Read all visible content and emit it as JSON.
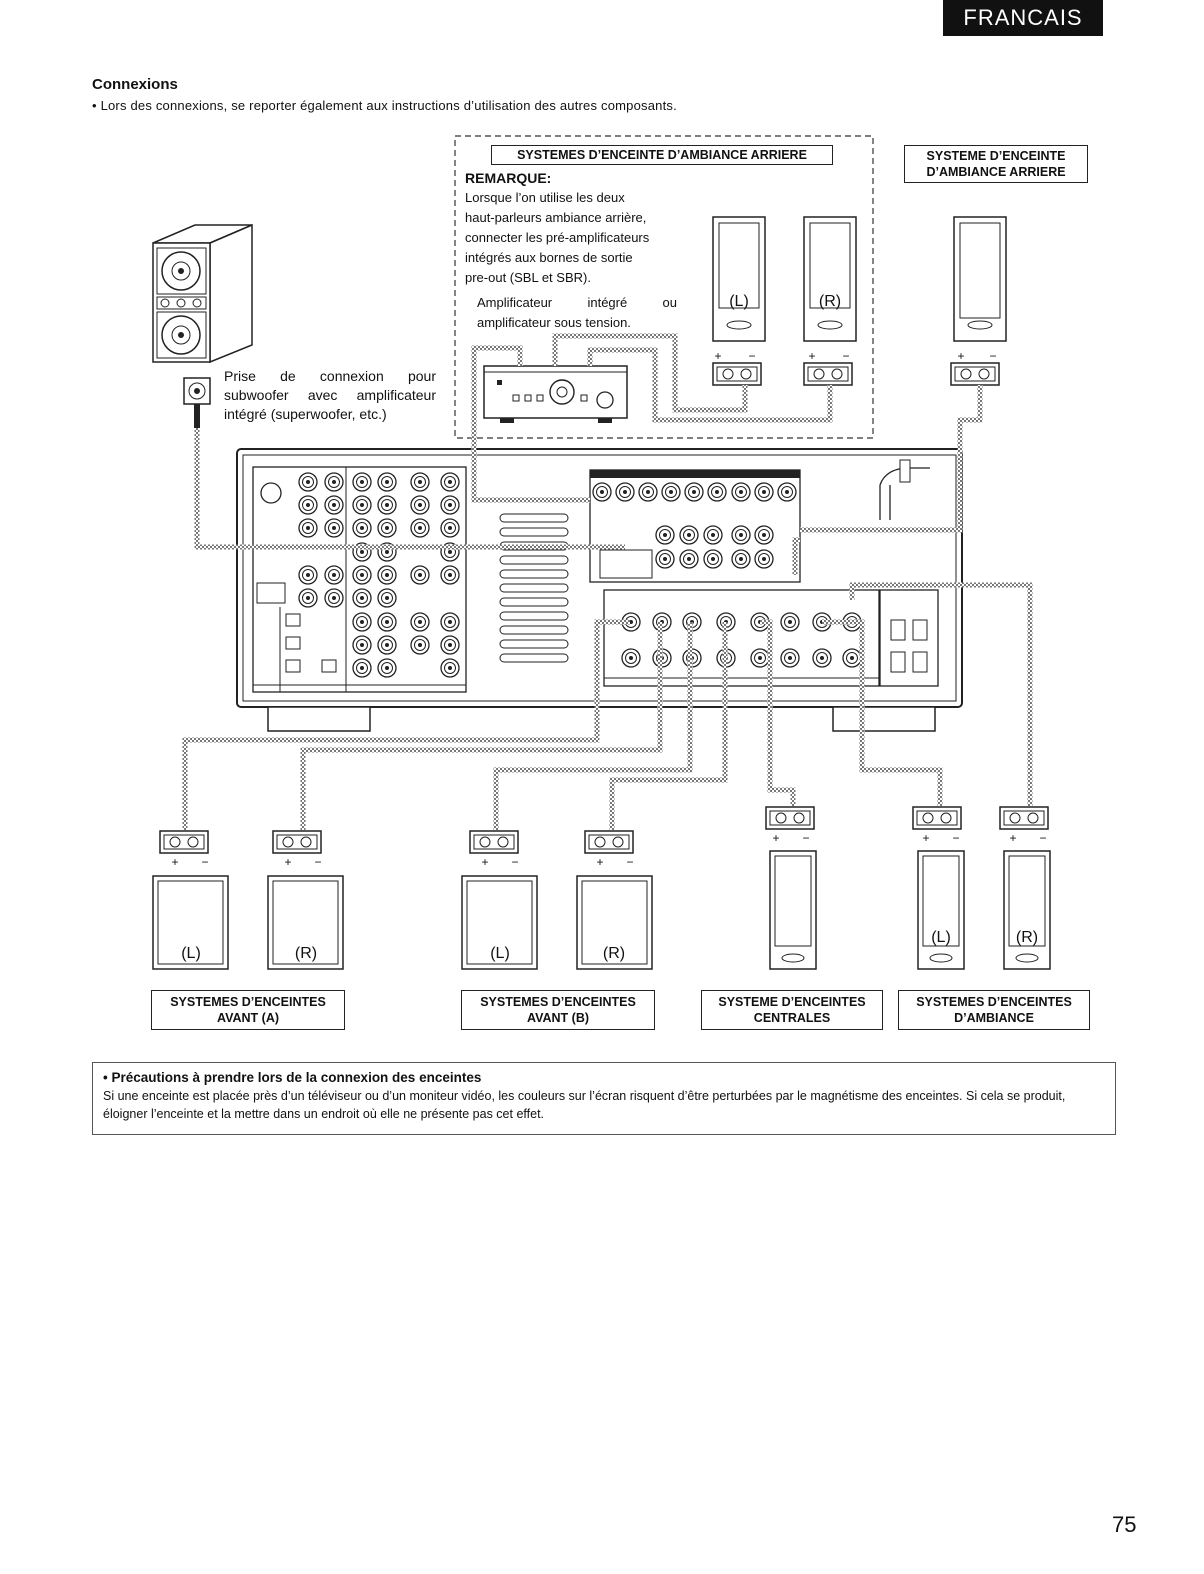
{
  "header": {
    "language_tab": "FRANCAIS"
  },
  "section": {
    "title": "Connexions",
    "intro": "• Lors des connexions, se reporter également aux instructions d’utilisation des autres composants."
  },
  "surround_back_box": {
    "title": "SYSTEMES D’ENCEINTE D’AMBIANCE ARRIERE",
    "note_title": "REMARQUE:",
    "note_lines": [
      "Lorsque l’on utilise les deux",
      "haut-parleurs ambiance arrière,",
      "connecter les pré-amplificateurs",
      "intégrés aux bornes de sortie",
      "pre-out (SBL et SBR)."
    ],
    "amp_text": "Amplificateur intégré ou amplificateur sous tension."
  },
  "single_back_label": {
    "line1": "SYSTEME D’ENCEINTE",
    "line2": "D’AMBIANCE ARRIERE"
  },
  "subwoofer_text": "Prise de connexion pour subwoofer avec amplificateur intégré (superwoofer, etc.)",
  "channel_marks": {
    "left": "(L)",
    "right": "(R)",
    "plus": "+",
    "minus": "−"
  },
  "speaker_groups": [
    {
      "line1": "SYSTEMES D’ENCEINTES",
      "line2": "AVANT (A)"
    },
    {
      "line1": "SYSTEMES D’ENCEINTES",
      "line2": "AVANT (B)"
    },
    {
      "line1": "SYSTEME D’ENCEINTES",
      "line2": "CENTRALES"
    },
    {
      "line1": "SYSTEMES D’ENCEINTES",
      "line2": "D’AMBIANCE"
    }
  ],
  "caution": {
    "title": "• Précautions à prendre lors de la connexion des enceintes",
    "body": "Si une enceinte est placée près d’un téléviseur ou d’un moniteur vidéo, les couleurs sur l’écran risquent d’être perturbées par le magnétisme des enceintes. Si cela se produit, éloigner l’enceinte et la mettre dans un endroit où elle ne présente pas cet effet."
  },
  "page_number": "75"
}
